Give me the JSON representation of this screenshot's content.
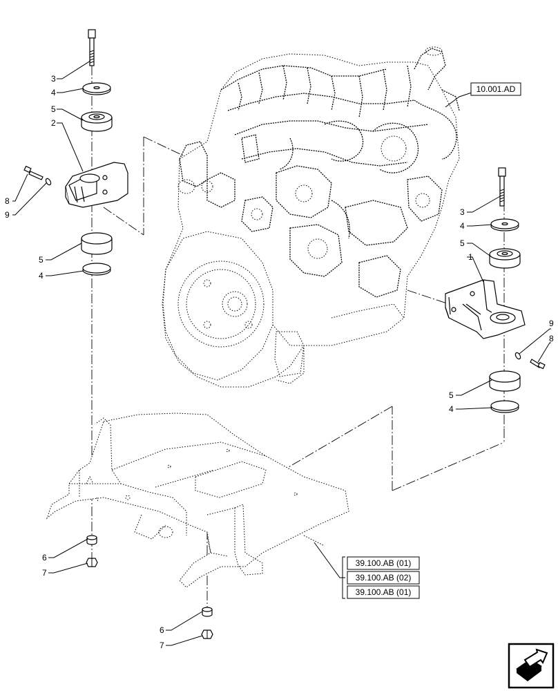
{
  "callouts": {
    "c1": "1",
    "c2": "2",
    "c3a": "3",
    "c3b": "3",
    "c4a": "4",
    "c4b": "4",
    "c4c": "4",
    "c4d": "4",
    "c5a": "5",
    "c5b": "5",
    "c5c": "5",
    "c5d": "5",
    "c6a": "6",
    "c6b": "6",
    "c7a": "7",
    "c7b": "7",
    "c8a": "8",
    "c8b": "8",
    "c9a": "9",
    "c9b": "9"
  },
  "references": {
    "engine": "10.001.AD",
    "frame_1": "39.100.AB (01)",
    "frame_2": "39.100.AB (02)",
    "frame_3": "39.100.AB (01)"
  },
  "icons": {
    "nav": "navigation-arrow-icon"
  }
}
